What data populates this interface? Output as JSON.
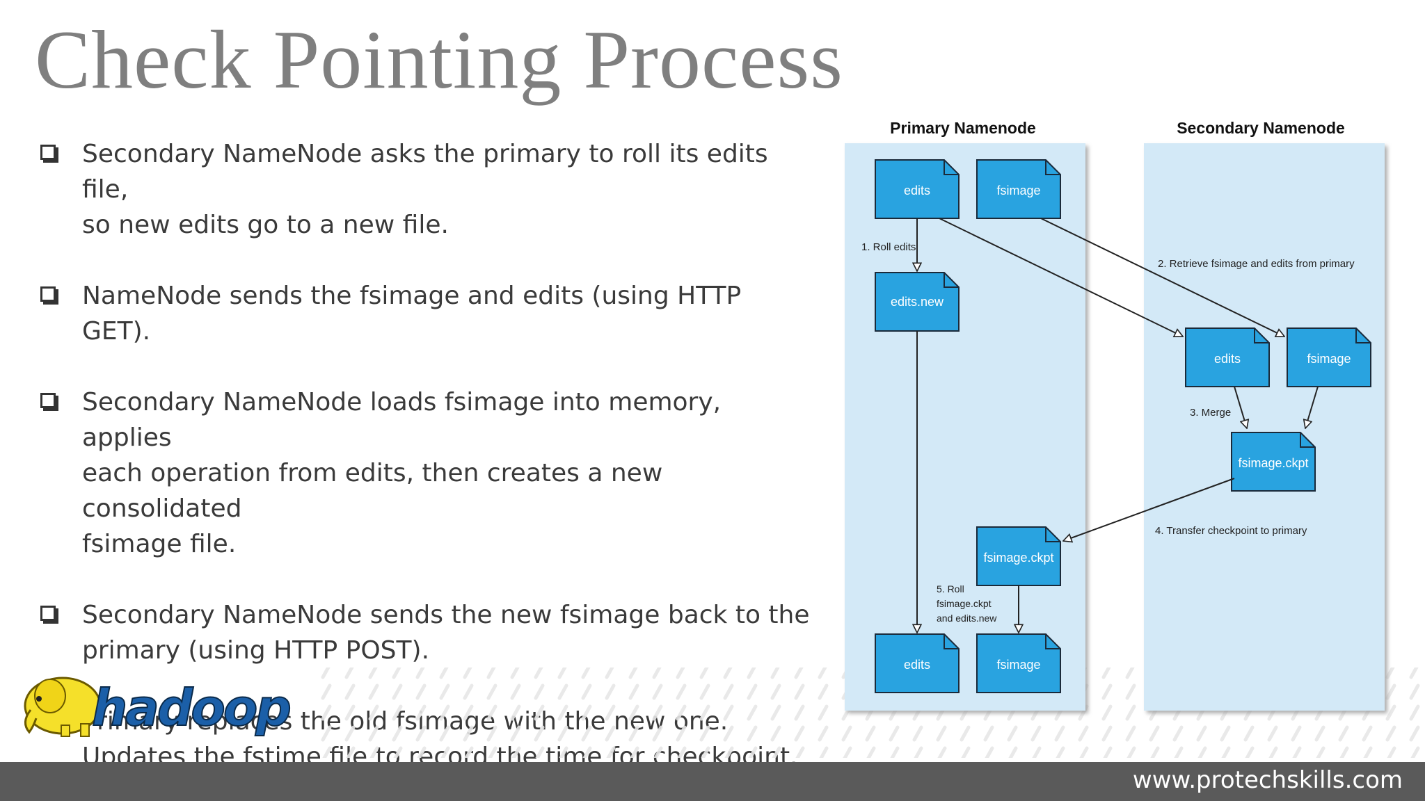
{
  "slide": {
    "title": "Check Pointing Process",
    "footer_url": "www.protechskills.com",
    "logo_text": "hadoop"
  },
  "bullets": [
    {
      "lines": [
        "Secondary NameNode asks the primary to roll its edits file,",
        "so new edits go to a new file."
      ]
    },
    {
      "lines": [
        "NameNode sends the fsimage and edits (using HTTP GET)."
      ]
    },
    {
      "lines": [
        "Secondary NameNode loads fsimage into memory, applies",
        "each operation from edits, then creates a new consolidated",
        "fsimage file."
      ]
    },
    {
      "lines": [
        "Secondary NameNode sends the new fsimage back to the",
        "primary (using HTTP POST)."
      ]
    },
    {
      "lines": [
        "Primary replaces the old fsimage with the new one.",
        "Updates the fstime file to record the time for checkpoint."
      ]
    }
  ],
  "diagram": {
    "primary_title": "Primary Namenode",
    "secondary_title": "Secondary Namenode",
    "files": {
      "p_edits": "edits",
      "p_fsimage": "fsimage",
      "p_edits_new": "edits.new",
      "p_fsimage_ckpt": "fsimage.ckpt",
      "p_edits_final": "edits",
      "p_fsimage_final": "fsimage",
      "s_edits": "edits",
      "s_fsimage": "fsimage",
      "s_fsimage_ckpt": "fsimage.ckpt"
    },
    "steps": {
      "roll_edits": "1. Roll edits",
      "retrieve": "2. Retrieve fsimage and edits from primary",
      "merge": "3. Merge",
      "transfer": "4. Transfer checkpoint to primary",
      "roll_final_lines": [
        "5. Roll",
        "fsimage.ckpt",
        "and edits.new"
      ]
    },
    "colors": {
      "panel": "#d3e9f7",
      "file": "#29a3e0",
      "file_border": "#1a2a3a"
    }
  }
}
